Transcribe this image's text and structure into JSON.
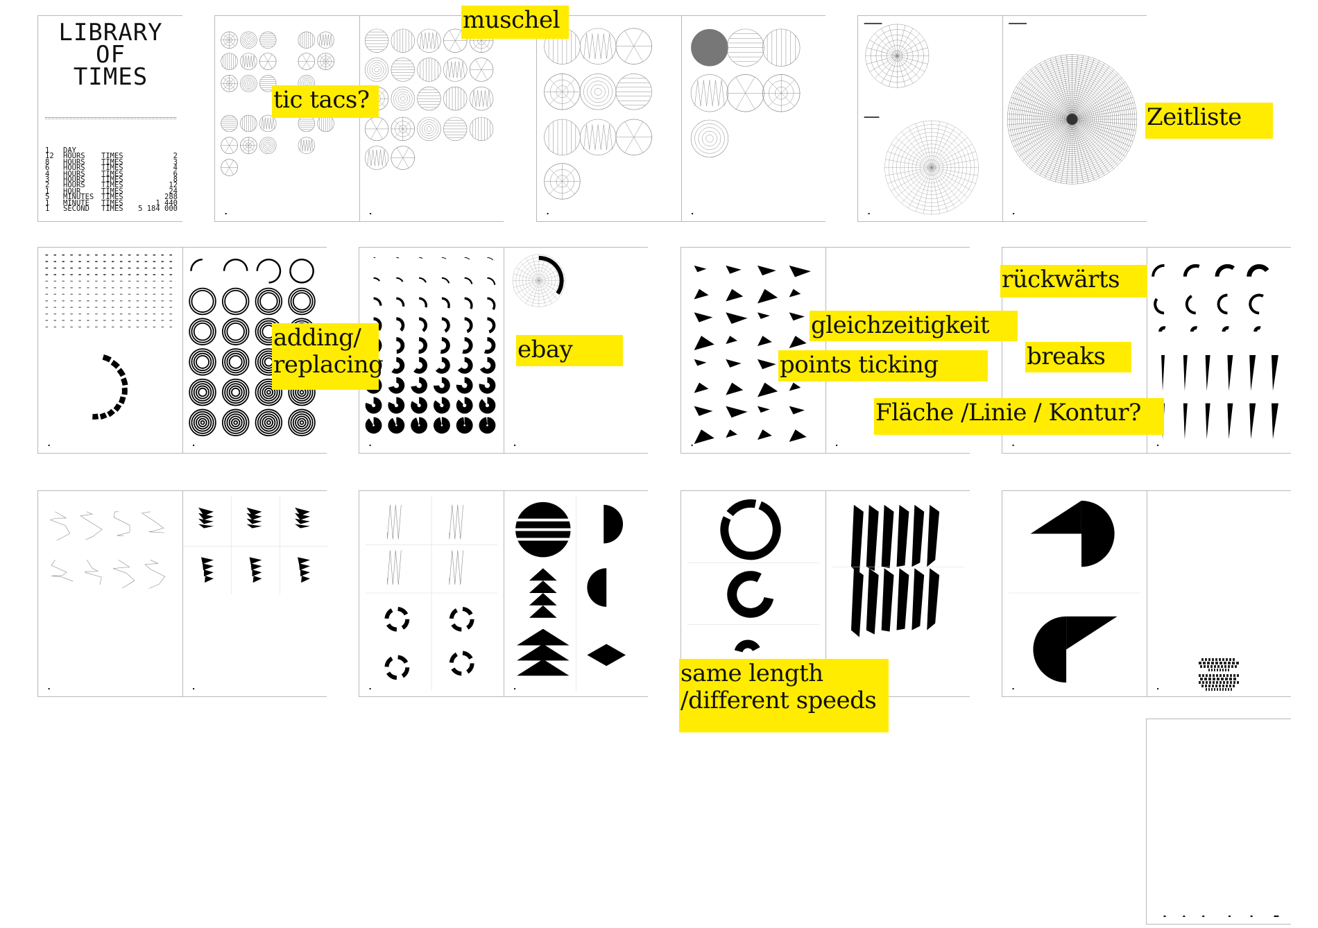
{
  "cover": {
    "title": "LIBRARY\nOF\nTIMES",
    "rows": [
      {
        "n": "1",
        "unit": "DAY",
        "times": "",
        "value": ""
      },
      {
        "n": "12",
        "unit": "HOURS",
        "times": "TIMES",
        "value": "2"
      },
      {
        "n": "8",
        "unit": "HOURS",
        "times": "TIMES",
        "value": "3"
      },
      {
        "n": "6",
        "unit": "HOURS",
        "times": "TIMES",
        "value": "4"
      },
      {
        "n": "4",
        "unit": "HOURS",
        "times": "TIMES",
        "value": "6"
      },
      {
        "n": "3",
        "unit": "HOURS",
        "times": "TIMES",
        "value": "8"
      },
      {
        "n": "2",
        "unit": "HOURS",
        "times": "TIMES",
        "value": "12"
      },
      {
        "n": "1",
        "unit": "HOUR",
        "times": "TIMES",
        "value": "24"
      },
      {
        "n": "5",
        "unit": "MINUTES",
        "times": "TIMES",
        "value": "288"
      },
      {
        "n": "1",
        "unit": "MINUTE",
        "times": "TIMES",
        "value": "1 440"
      },
      {
        "n": "1",
        "unit": "SECOND",
        "times": "TIMES",
        "value": "5 184 000"
      }
    ]
  },
  "annotations": {
    "muschel": "muschel",
    "tic_tacs": "tic tacs?",
    "zeitliste": "Zeitliste",
    "adding_replacing": "adding/\nreplacing",
    "ebay": "ebay",
    "rueckwaerts": "rückwärts",
    "gleichzeitigkeit": "gleichzeitigkeit",
    "points_ticking": "points ticking",
    "breaks": "breaks",
    "flaeche": "Fläche /Linie / Kontur?",
    "same_length": "same length\n/different speeds"
  },
  "colors": {
    "highlight": "#ffec00",
    "ink": "#000000",
    "grid": "#8a8a8a",
    "border": "#b8b8b8"
  }
}
